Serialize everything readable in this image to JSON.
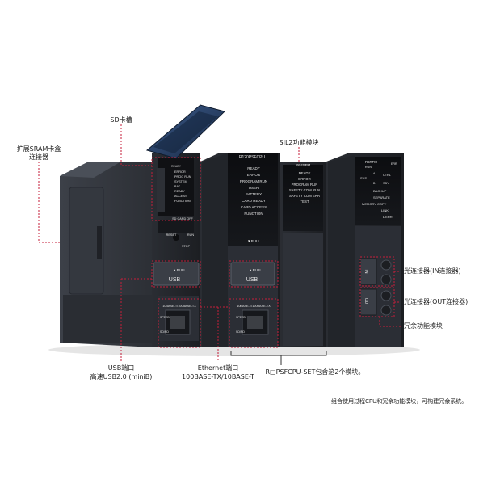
{
  "callouts": {
    "sd_slot": "SD卡槽",
    "sram_connector_line1": "扩展SRAM卡盒",
    "sram_connector_line2": "连接器",
    "sil2_module": "SIL2功能模块",
    "optical_in": "光连接器(IN连接器)",
    "optical_out": "光连接器(OUT连接器)",
    "redundant_module": "冗余功能模块",
    "usb_port_line1": "USB端口",
    "usb_port_line2": "高速USB2.0 (miniB)",
    "ethernet_line1": "Ethernet端口",
    "ethernet_line2": "100BASE-TX/10BASE-T",
    "set_includes": "R□PSFCPU-SET包含这2个模块。",
    "footnote": "组合使用过程CPU和冗余功能模块，可构建冗余系统。"
  },
  "cpu_module": {
    "model": "R120PSFCPU",
    "leds": [
      "READY",
      "ERROR",
      "PROGRAM RUN",
      "USER",
      "BATTERY",
      "CARD READY",
      "CARD ACCESS",
      "FUNCTION"
    ],
    "pull": "▼PULL",
    "usb_pull": "▲PULL",
    "usb": "USB",
    "eth_label": "10BASE-T/100BASE-TX",
    "speed": "SPEED",
    "sd_rd": "SD/RD"
  },
  "base_unit": {
    "leds": [
      "READY",
      "ERROR",
      "PROG RUN",
      "SYSTEM",
      "BAT",
      "READY",
      "ACCESS",
      "FUNCTION"
    ],
    "sd_card_off": "SD CARD\nOFF",
    "reset": "RESET",
    "run": "RUN",
    "stop": "STOP",
    "usb_pull": "▲PULL",
    "usb": "USB",
    "eth_label": "10BASE-T/100BASE-TX",
    "speed": "SPEED",
    "sd_rd": "SD/RD"
  },
  "sil2_module": {
    "model": "R6PSFM",
    "leds": [
      "READY",
      "ERROR",
      "PROGRAM RUN",
      "SAFETY COM RUN",
      "SAFETY COM ERR",
      "TEST"
    ]
  },
  "redundant_module": {
    "model": "R6RFM",
    "run": "RUN",
    "err": "ERR",
    "sys": "SYS",
    "a": "A",
    "b": "B",
    "ctrl": "CTRL",
    "sby": "SBY",
    "leds": [
      "BACKUP",
      "SEPARATE",
      "MEMORY COPY",
      "LINK",
      "L ERR"
    ],
    "in": "IN",
    "out": "OUT"
  }
}
